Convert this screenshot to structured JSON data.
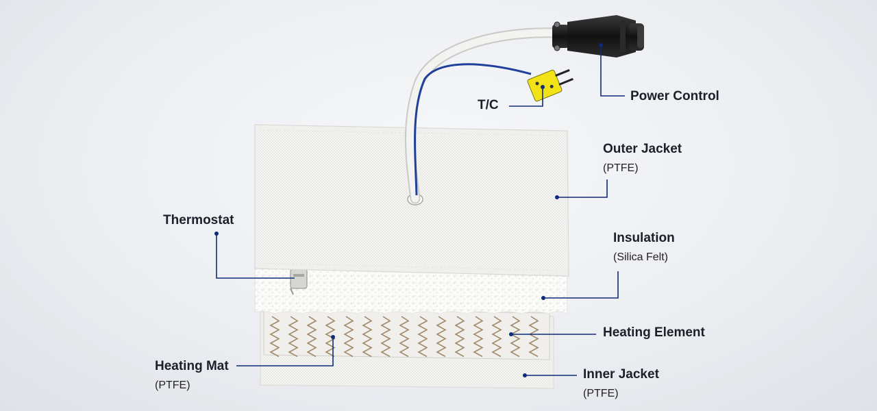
{
  "figure": {
    "labels": [
      {
        "id": "power-control",
        "name": "Power Control",
        "sub": ""
      },
      {
        "id": "tc",
        "name": "T/C",
        "sub": ""
      },
      {
        "id": "outer-jacket",
        "name": "Outer Jacket",
        "sub": "(PTFE)"
      },
      {
        "id": "thermostat",
        "name": "Thermostat",
        "sub": ""
      },
      {
        "id": "insulation",
        "name": "Insulation",
        "sub": "(Silica Felt)"
      },
      {
        "id": "heating-element",
        "name": "Heating Element",
        "sub": ""
      },
      {
        "id": "heating-mat",
        "name": "Heating Mat",
        "sub": "(PTFE)"
      },
      {
        "id": "inner-jacket",
        "name": "Inner Jacket",
        "sub": "(PTFE)"
      }
    ],
    "colors": {
      "leader_line": "#0d2b78",
      "label_text": "#1b1f2a",
      "fabric": "#f5f5f3",
      "felt": "#fbfbfa",
      "wire": "#a08a6a",
      "cable_blue": "#1f3f9a",
      "connector_yellow": "#f2e318",
      "connector_black": "#1a1a1a"
    }
  }
}
